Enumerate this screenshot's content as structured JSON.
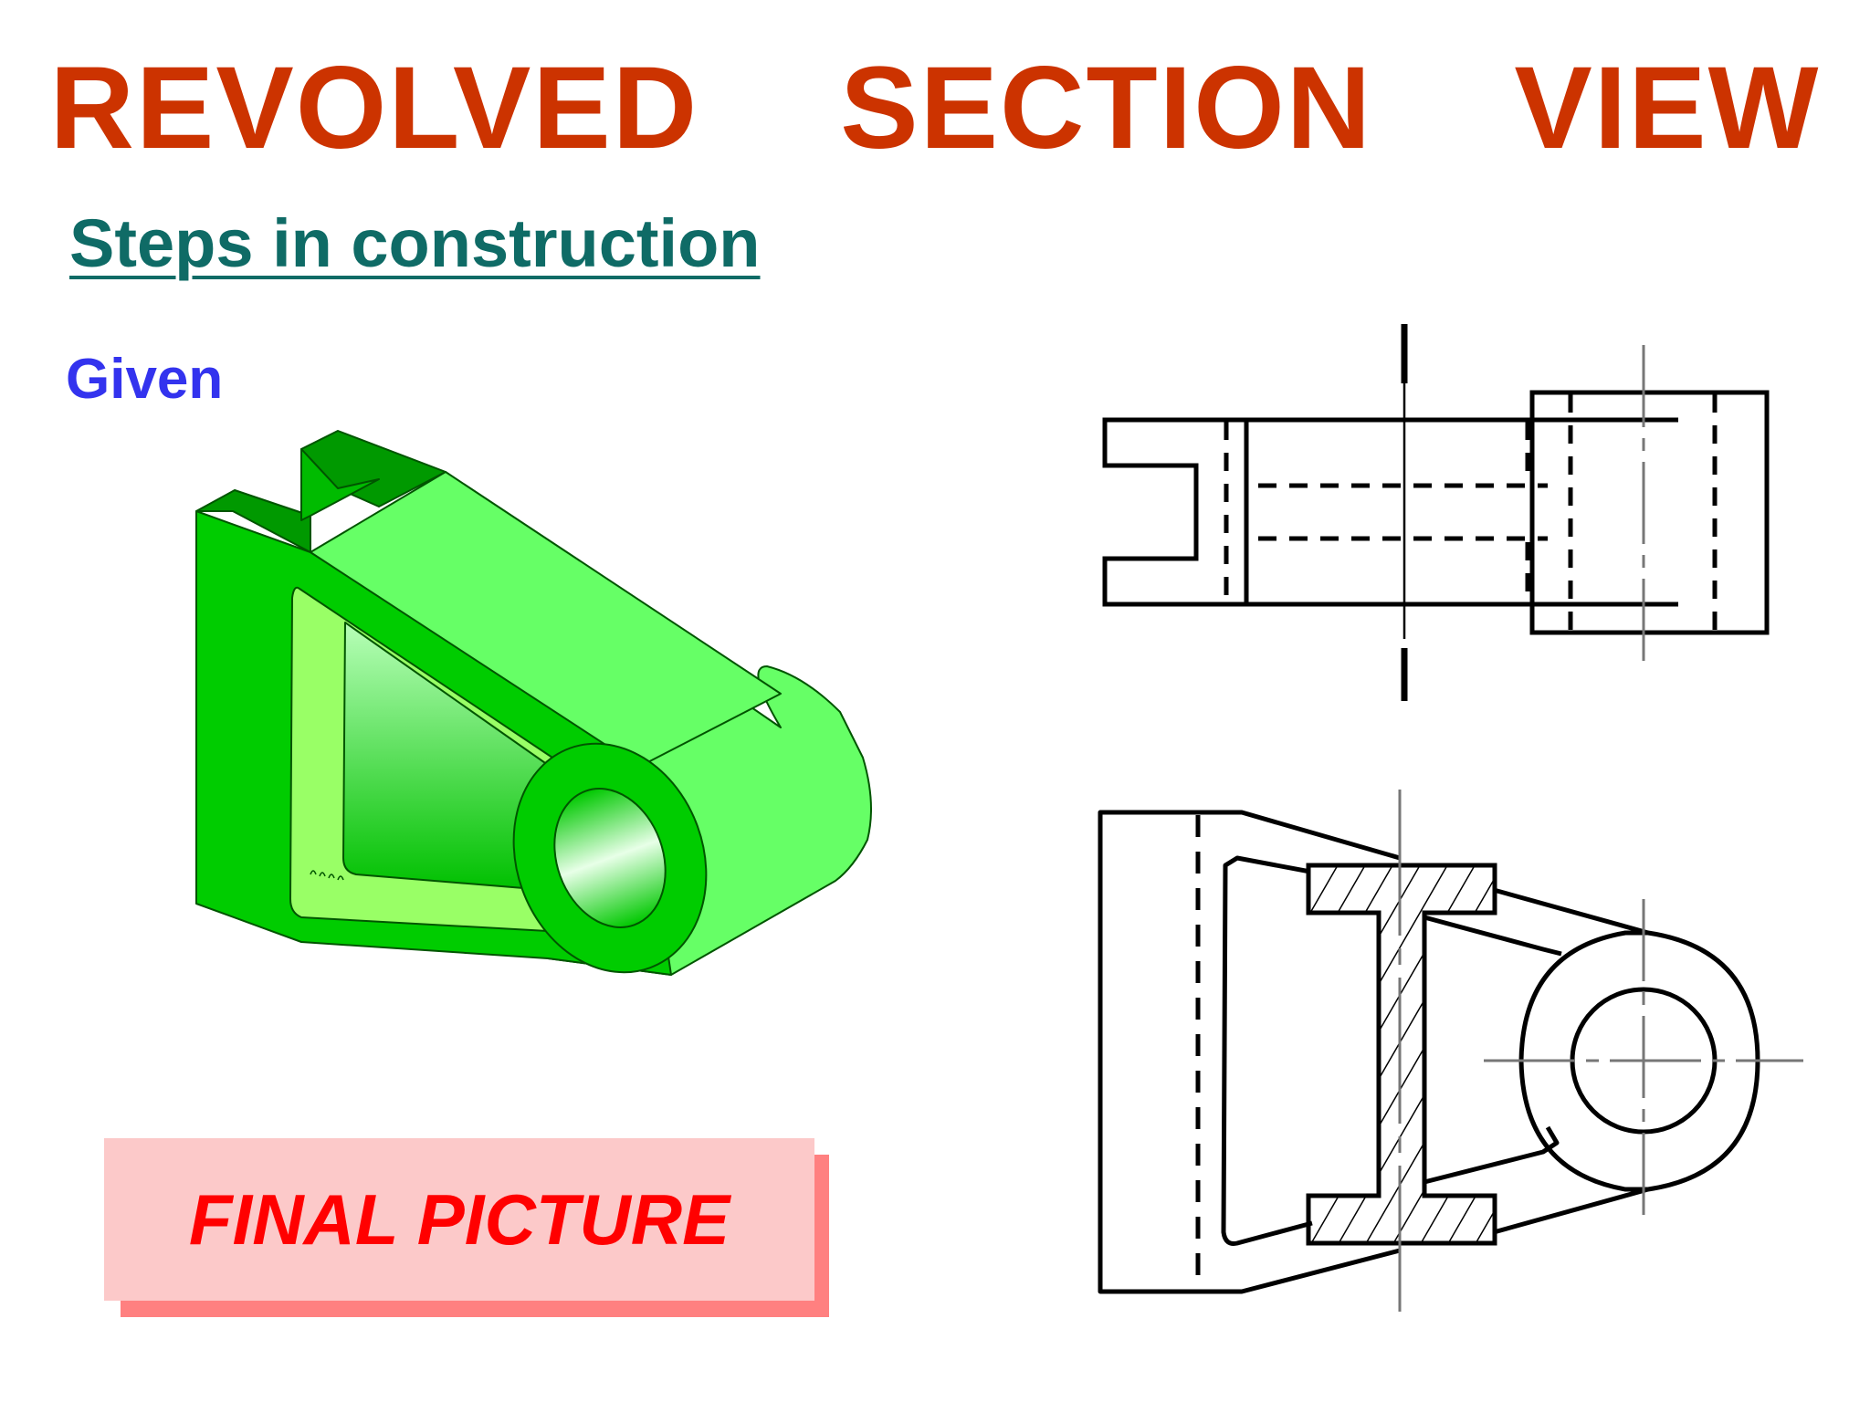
{
  "slide": {
    "title": "REVOLVED  SECTION  VIEW",
    "subtitle": "Steps in construction",
    "given_label": "Given",
    "final_label": "FINAL PICTURE"
  },
  "colors": {
    "title": "#cc3300",
    "subtitle": "#0f6b66",
    "given": "#3333ee",
    "final_text": "#ff0000",
    "final_box": "#fcc9c9",
    "final_shadow": "#ff8080",
    "model_green_light": "#66ff66",
    "model_green_mid": "#00cc00",
    "model_green_dark": "#009900"
  }
}
